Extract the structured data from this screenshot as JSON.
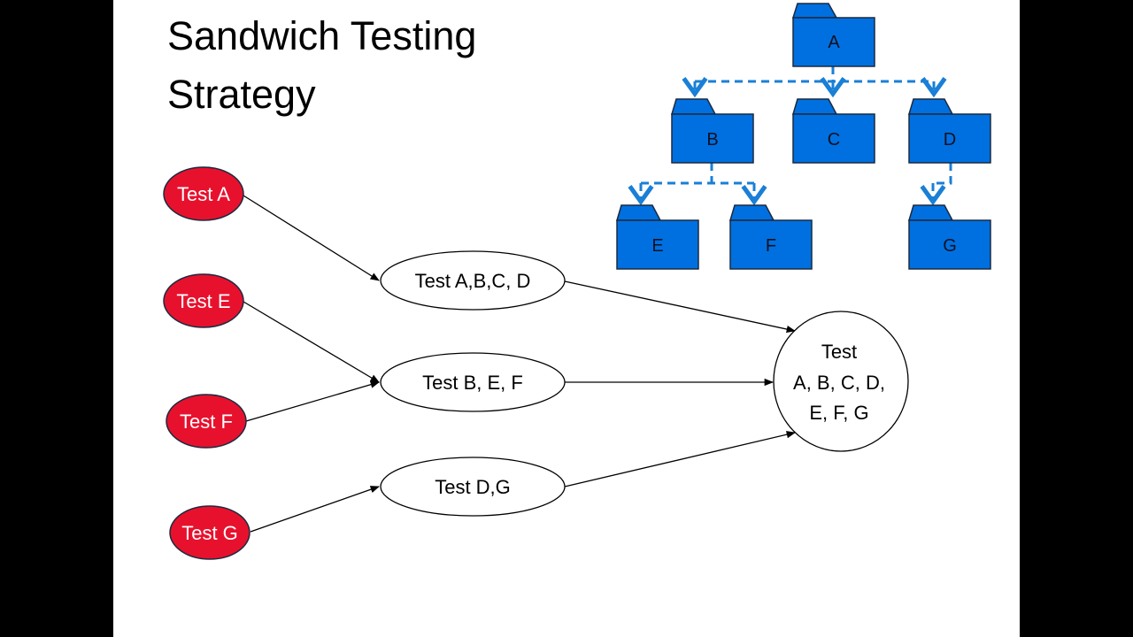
{
  "title": {
    "line1": "Sandwich Testing",
    "line2": "Strategy"
  },
  "colors": {
    "red_node": "#e8112d",
    "folder_fill": "#0070e0",
    "folder_stroke": "#1a2a40",
    "dashed_connector": "#1a7fd6",
    "background": "#ffffff",
    "frame": "#000000"
  },
  "modules": {
    "a": "A",
    "b": "B",
    "c": "C",
    "d": "D",
    "e": "E",
    "f": "F",
    "g": "G"
  },
  "unit_tests": {
    "a": "Test A",
    "e": "Test E",
    "f": "Test F",
    "g": "Test G"
  },
  "integration_tests": {
    "acd": "Test A,B,C, D",
    "bef": "Test B, E, F",
    "dg": "Test D,G"
  },
  "final_test": {
    "line1": "Test",
    "line2": "A, B, C, D,",
    "line3": "E, F, G"
  },
  "icons": {
    "module": "folder-icon"
  }
}
